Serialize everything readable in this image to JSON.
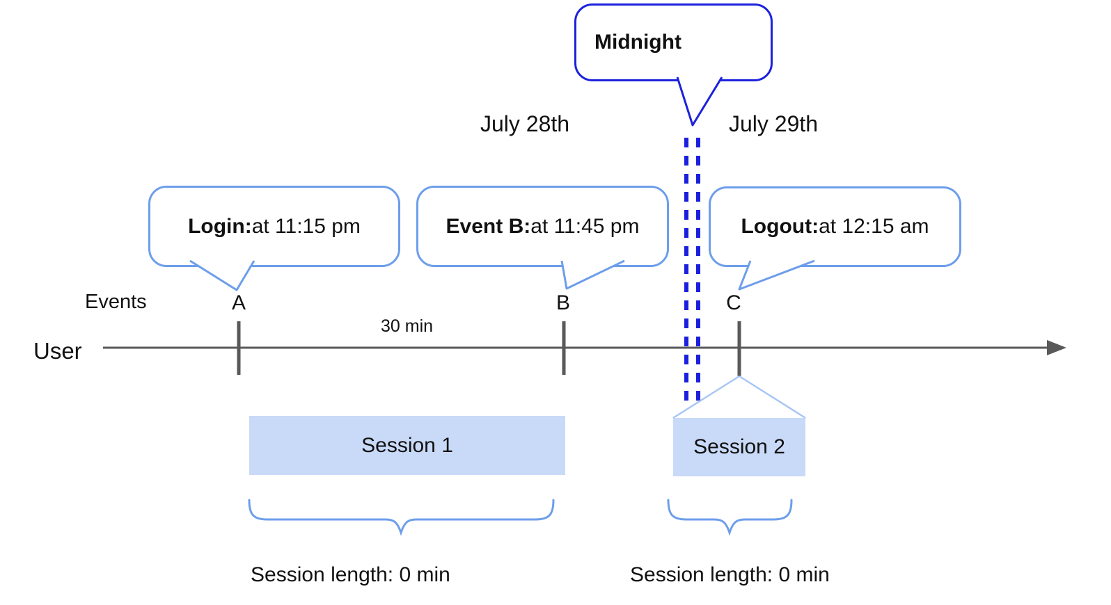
{
  "colors": {
    "bubble_border": "#6d9eeb",
    "midnight_border": "#1c22dc",
    "midnight_line": "#1b1fdd",
    "session_fill": "#c9daf8",
    "axis_gray": "#595959",
    "expand_blue": "#a8c6f5"
  },
  "callouts": {
    "midnight": {
      "label": "Midnight"
    },
    "login": {
      "bold": "Login:",
      "rest": " at 11:15 pm"
    },
    "event_b": {
      "bold": "Event B:",
      "rest": " at 11:45 pm"
    },
    "logout": {
      "bold": "Logout:",
      "rest": " at 12:15 am"
    }
  },
  "dates": {
    "left": "July 28th",
    "right": "July 29th"
  },
  "timeline": {
    "events_label": "Events",
    "axis_label": "User",
    "interval_label": "30 min",
    "markers": [
      "A",
      "B",
      "C"
    ]
  },
  "sessions": [
    {
      "name": "Session 1",
      "length_label": "Session length: 0 min"
    },
    {
      "name": "Session 2",
      "length_label": "Session length: 0 min"
    }
  ]
}
